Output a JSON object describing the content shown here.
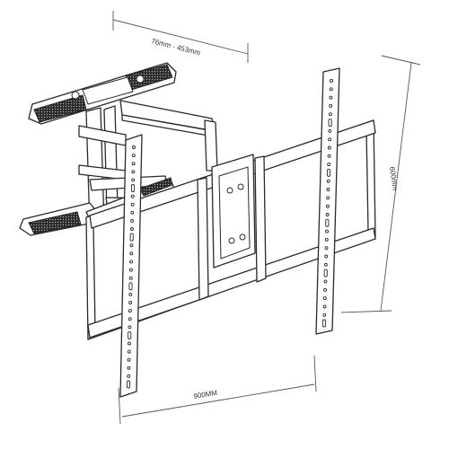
{
  "dimensions": {
    "depth_range": "76mm - 453mm",
    "height": "600mm",
    "width": "900MM"
  },
  "colors": {
    "line": "#2a2a2a",
    "dimension": "#555555",
    "background": "#ffffff"
  }
}
